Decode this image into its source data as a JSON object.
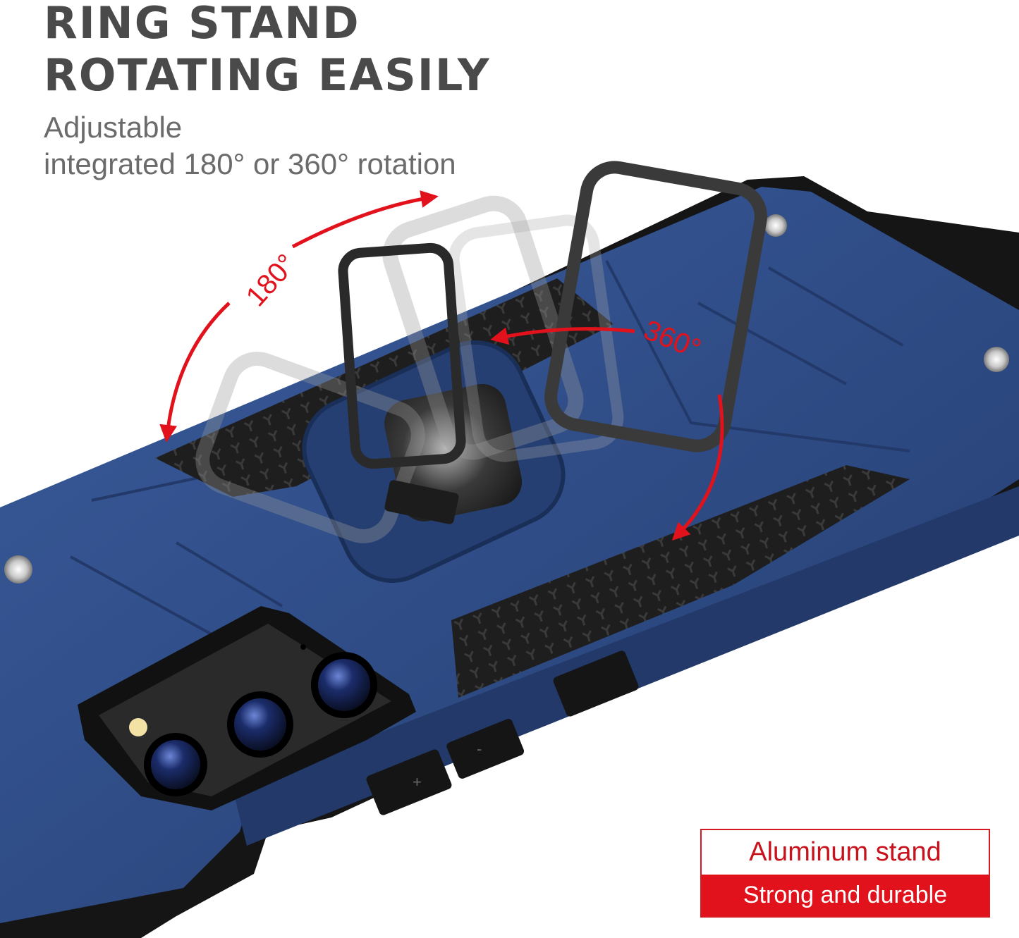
{
  "headline": {
    "line1": "RING STAND",
    "line2": "ROTATING EASILY"
  },
  "subtitle": {
    "line1": "Adjustable",
    "line2": "integrated 180° or 360° rotation"
  },
  "arrows": {
    "label_180": "180°",
    "label_360": "360°"
  },
  "buttons": {
    "plus": "+",
    "minus": "-"
  },
  "badge": {
    "top": "Aluminum stand",
    "bottom": "Strong and durable"
  },
  "colors": {
    "accent_red": "#e1121b",
    "case_blue": "#2f4c86",
    "text_gray": "#4a4a4a"
  }
}
